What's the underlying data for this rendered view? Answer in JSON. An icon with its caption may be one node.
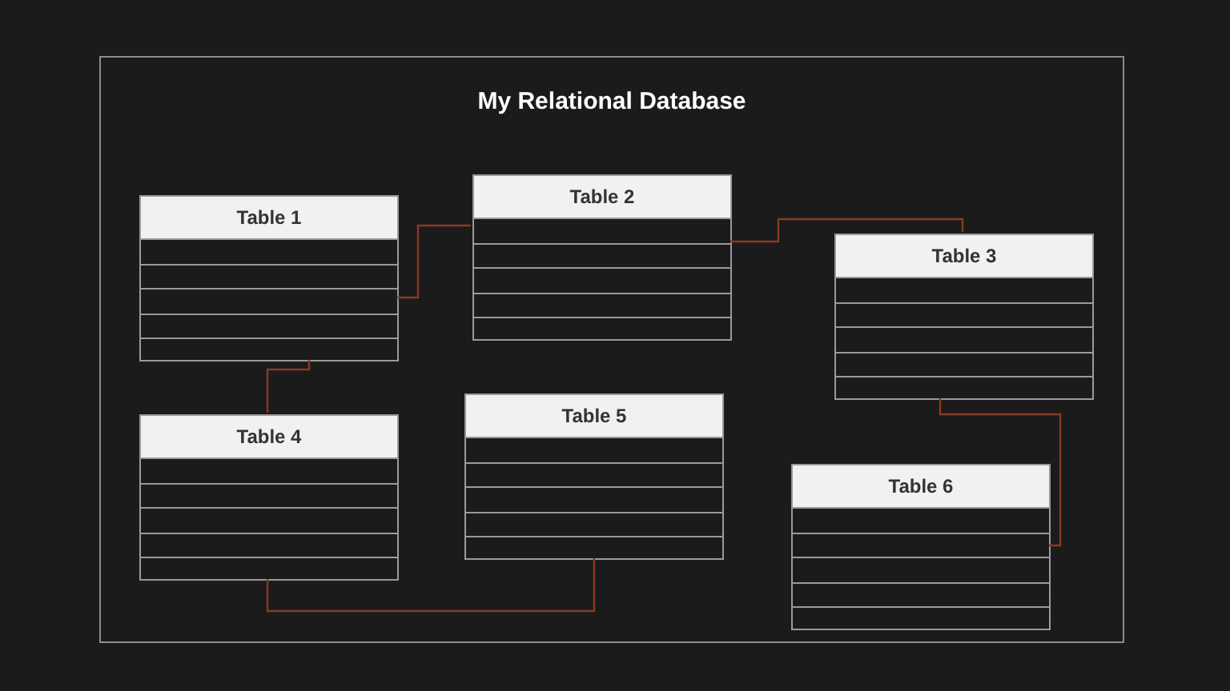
{
  "diagram": {
    "nodes": [
      {
        "text": [
          "My Relational Database"
        ]
      },
      {
        "text": [
          "Table 1"
        ],
        "in": 0
      },
      {
        "text": [
          "Table 2"
        ],
        "in": 0
      },
      {
        "text": [
          "Table 3"
        ],
        "in": 0
      },
      {
        "text": [
          "Table 4"
        ],
        "in": 0
      },
      {
        "text": [
          "Table 5"
        ],
        "in": 0
      },
      {
        "text": [
          "Table 6"
        ],
        "in": 0
      }
    ],
    "edges": [
      {
        "from": 1,
        "to": 2,
        "arrow": "none"
      },
      {
        "from": 2,
        "to": 3,
        "arrow": "none"
      },
      {
        "from": 1,
        "to": 4,
        "arrow": "none"
      },
      {
        "from": 3,
        "to": 6,
        "arrow": "none"
      },
      {
        "from": 4,
        "to": 5,
        "arrow": "none"
      }
    ]
  }
}
